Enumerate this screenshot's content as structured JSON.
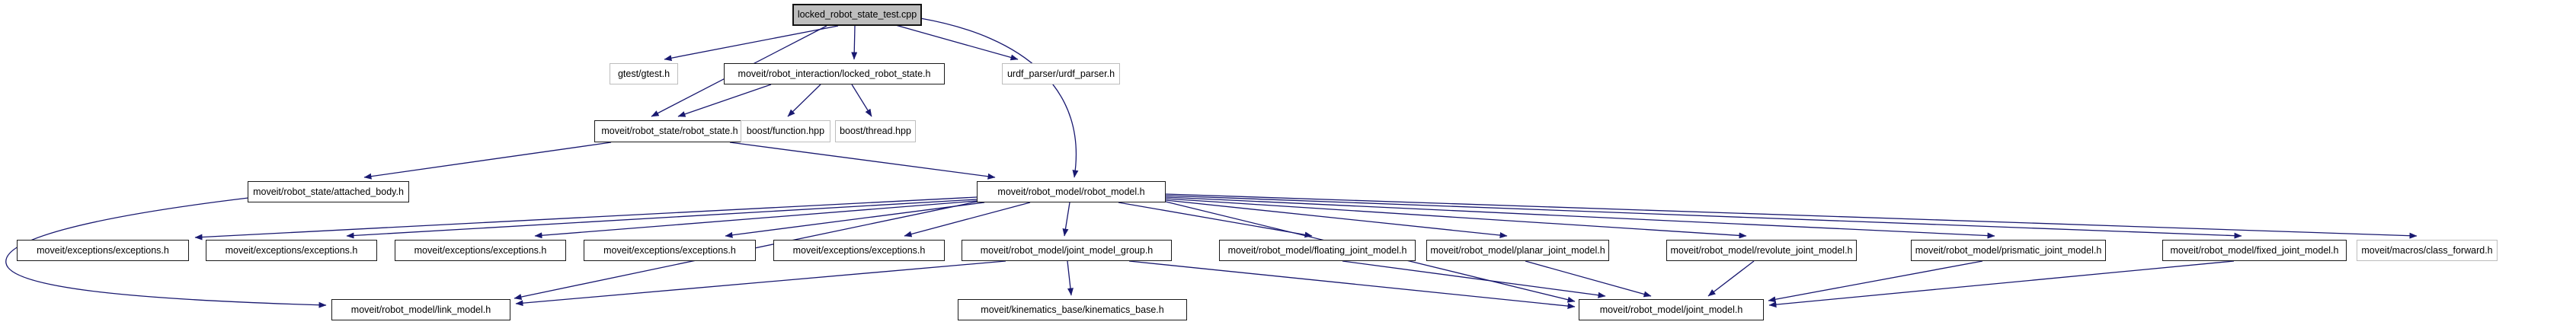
{
  "graph": {
    "title": "include dependency graph",
    "colors": {
      "edge": "#191970",
      "node_border": "#1a1a1a",
      "leaf_border": "#bdbdbd",
      "root_fill": "#bebebe",
      "node_fill": "#ffffff",
      "text": "#000000"
    },
    "nodes": [
      {
        "id": "root",
        "label": "locked_robot_state_test.cpp"
      },
      {
        "id": "gtest",
        "label": "gtest/gtest.h"
      },
      {
        "id": "locked-robot-state",
        "label": "moveit/robot_interaction/locked_robot_state.h"
      },
      {
        "id": "urdf-parser",
        "label": "urdf_parser/urdf_parser.h"
      },
      {
        "id": "robot-state",
        "label": "moveit/robot_state/robot_state.h"
      },
      {
        "id": "boost-function",
        "label": "boost/function.hpp"
      },
      {
        "id": "boost-thread",
        "label": "boost/thread.hpp"
      },
      {
        "id": "attached-body",
        "label": "moveit/robot_state/attached_body.h"
      },
      {
        "id": "robot-model",
        "label": "moveit/robot_model/robot_model.h"
      },
      {
        "id": "exceptions-1",
        "label": "moveit/exceptions/exceptions.h"
      },
      {
        "id": "exceptions-2",
        "label": "moveit/exceptions/exceptions.h"
      },
      {
        "id": "exceptions-3",
        "label": "moveit/exceptions/exceptions.h"
      },
      {
        "id": "exceptions-4",
        "label": "moveit/exceptions/exceptions.h"
      },
      {
        "id": "exceptions-5",
        "label": "moveit/exceptions/exceptions.h"
      },
      {
        "id": "joint-model-group",
        "label": "moveit/robot_model/joint_model_group.h"
      },
      {
        "id": "floating-joint-model",
        "label": "moveit/robot_model/floating_joint_model.h"
      },
      {
        "id": "planar-joint-model",
        "label": "moveit/robot_model/planar_joint_model.h"
      },
      {
        "id": "revolute-joint-model",
        "label": "moveit/robot_model/revolute_joint_model.h"
      },
      {
        "id": "prismatic-joint-model",
        "label": "moveit/robot_model/prismatic_joint_model.h"
      },
      {
        "id": "fixed-joint-model",
        "label": "moveit/robot_model/fixed_joint_model.h"
      },
      {
        "id": "class-forward",
        "label": "moveit/macros/class_forward.h"
      },
      {
        "id": "link-model",
        "label": "moveit/robot_model/link_model.h"
      },
      {
        "id": "kinematics-base",
        "label": "moveit/kinematics_base/kinematics_base.h"
      },
      {
        "id": "joint-model",
        "label": "moveit/robot_model/joint_model.h"
      }
    ]
  }
}
